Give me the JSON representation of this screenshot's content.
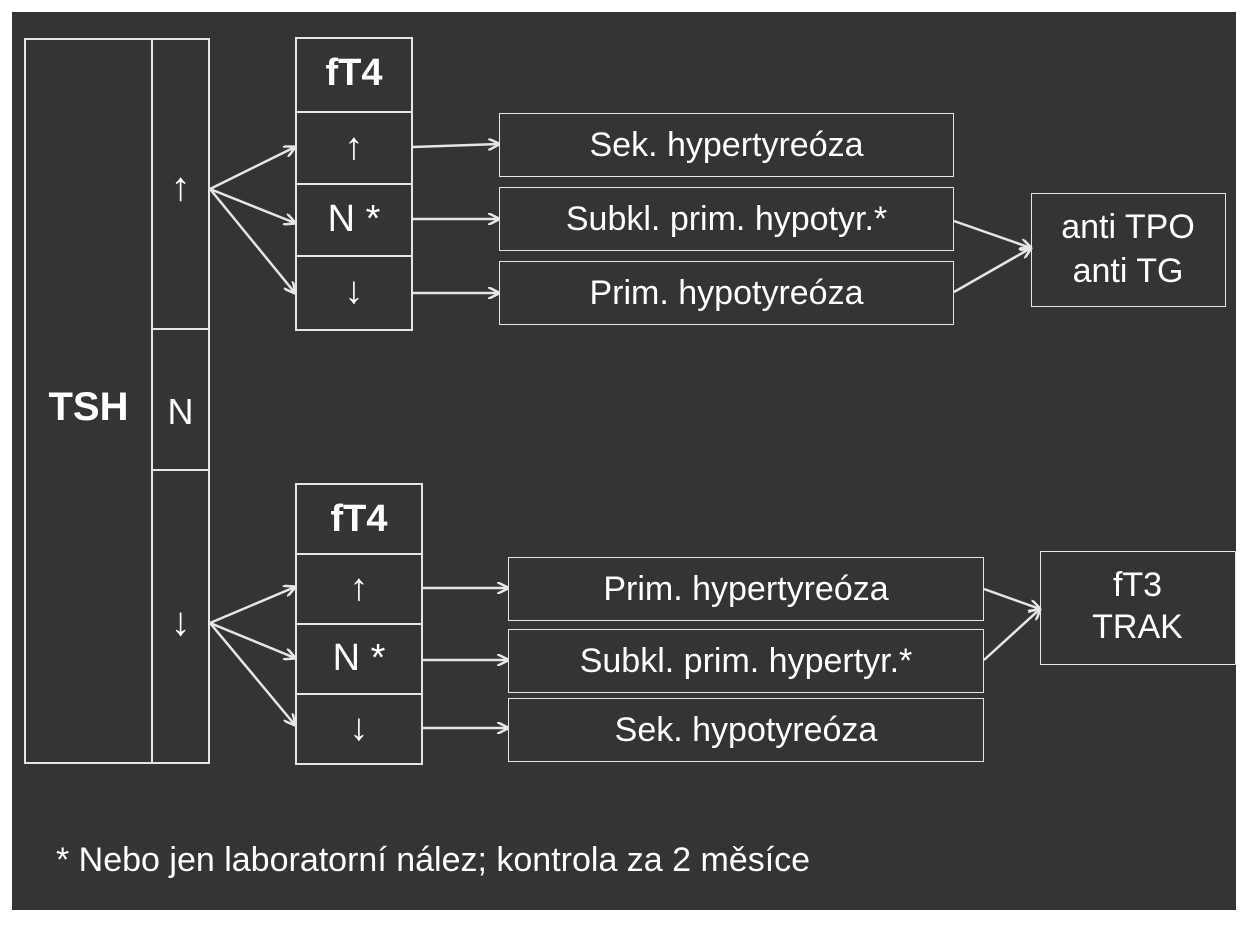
{
  "tsh": {
    "label": "TSH",
    "high": "↑",
    "normal": "N",
    "low": "↓"
  },
  "top_table": {
    "header": "fT4",
    "high": "↑",
    "normal": "N *",
    "low": "↓"
  },
  "bottom_table": {
    "header": "fT4",
    "high": "↑",
    "normal": "N *",
    "low": "↓"
  },
  "top_results": [
    "Sek. hypertyreóza",
    "Subkl. prim. hypotyr.*",
    "Prim. hypotyreóza"
  ],
  "bottom_results": [
    "Prim. hypertyreóza",
    "Subkl. prim.  hypertyr.*",
    "Sek. hypotyreóza"
  ],
  "top_tests": {
    "line1": "anti TPO",
    "line2": "anti TG"
  },
  "bottom_tests": {
    "line1": "fT3",
    "line2": "TRAK"
  },
  "footnote": "* Nebo jen laboratorní nález; kontrola za 2 měsíce",
  "colors": {
    "background": "#343434",
    "foreground": "#ffffff",
    "lines": "#e6e6e6"
  }
}
